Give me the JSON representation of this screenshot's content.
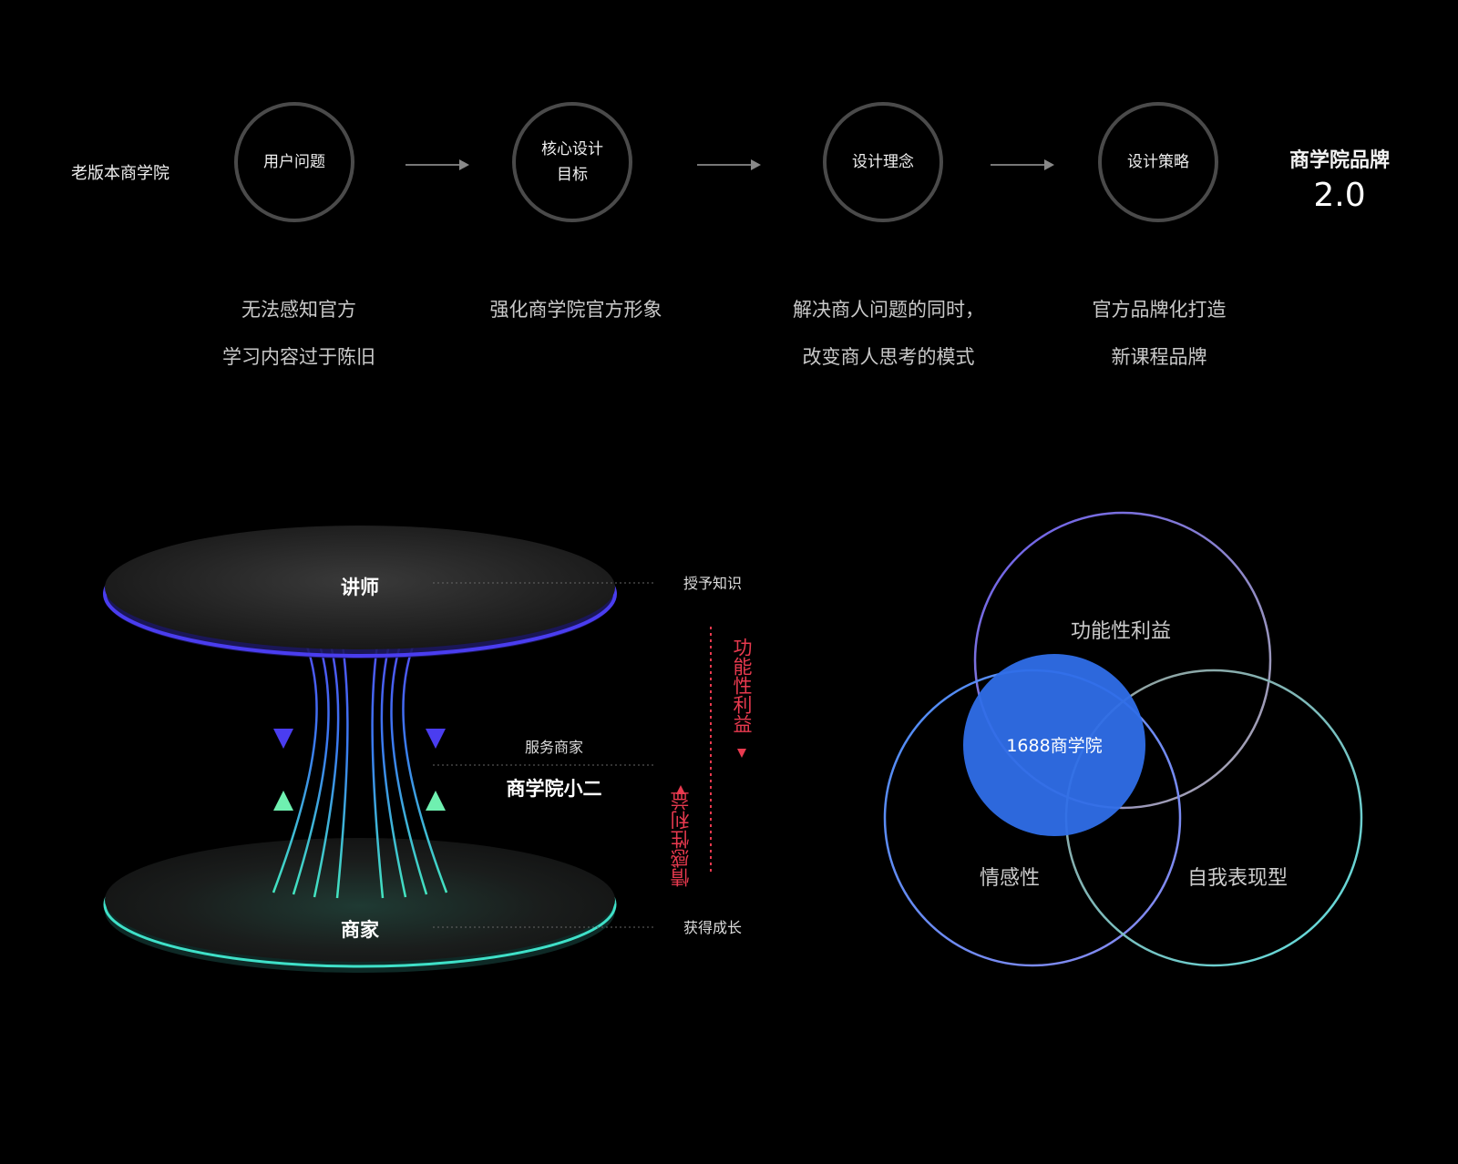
{
  "flow": {
    "start_label": "老版本商学院",
    "steps": [
      {
        "label_line1": "用户问题",
        "label_line2": ""
      },
      {
        "label_line1": "核心设计",
        "label_line2": "目标"
      },
      {
        "label_line1": "设计理念",
        "label_line2": ""
      },
      {
        "label_line1": "设计策略",
        "label_line2": ""
      }
    ],
    "end_label_line1": "商学院品牌",
    "end_label_line2": "2.0"
  },
  "descriptions": [
    {
      "line1": "无法感知官方",
      "line2": "学习内容过于陈旧"
    },
    {
      "line1": "强化商学院官方形象",
      "line2": ""
    },
    {
      "line1": "解决商人问题的同时，",
      "line2": "改变商人思考的模式"
    },
    {
      "line1": "官方品牌化打造",
      "line2": "新课程品牌"
    }
  ],
  "hourglass": {
    "top_disc_label": "讲师",
    "bottom_disc_label": "商家",
    "middle_label": "商学院小二",
    "top_right_note": "授予知识",
    "middle_note": "服务商家",
    "bottom_right_note": "获得成长",
    "vertical_red_1": "功能性利益",
    "vertical_red_2": "情感性利益",
    "colors": {
      "top_rim": "#4a3df0",
      "bottom_rim": "#3fe0c8",
      "red": "#e83a4f"
    }
  },
  "venn": {
    "top_circle_label": "功能性利益",
    "left_circle_label": "情感性",
    "right_circle_label": "自我表现型",
    "center_label": "1688商学院",
    "colors": {
      "center_fill": "#2f6ee8",
      "top_stroke": "#6a5cf0",
      "left_stroke": "#4a8cf5",
      "right_stroke": "#5fe0e0"
    }
  }
}
